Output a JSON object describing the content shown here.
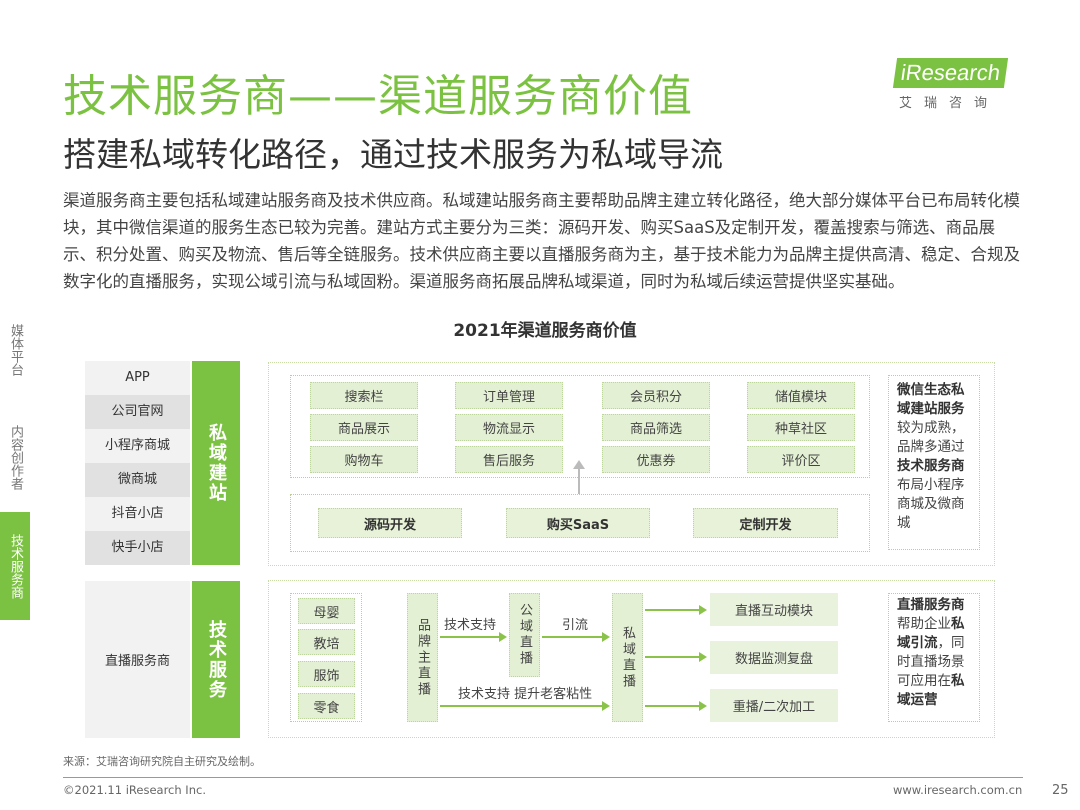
{
  "header": {
    "title": "技术服务商——渠道服务商价值",
    "subtitle": "搭建私域转化路径，通过技术服务为私域导流"
  },
  "logo": {
    "brand": "iResearch",
    "cn": "艾瑞咨询"
  },
  "body": "渠道服务商主要包括私域建站服务商及技术供应商。私域建站服务商主要帮助品牌主建立转化路径，绝大部分媒体平台已布局转化模块，其中微信渠道的服务生态已较为完善。建站方式主要分为三类：源码开发、购买SaaS及定制开发，覆盖搜索与筛选、商品展示、积分处置、购买及物流、售后等全链服务。技术供应商主要以直播服务商为主，基于技术能力为品牌主提供高清、稳定、合规及数字化的直播服务，实现公域引流与私域固粉。渠道服务商拓展品牌私域渠道，同时为私域后续运营提供坚实基础。",
  "side_nav": [
    {
      "label": "媒体平台"
    },
    {
      "label": "内容创作者"
    },
    {
      "label": "技术服务商",
      "active": true
    }
  ],
  "diagram": {
    "title": "2021年渠道服务商价值",
    "site": {
      "platforms": [
        "APP",
        "公司官网",
        "小程序商城",
        "微商城",
        "抖音小店",
        "快手小店"
      ],
      "category": "私域建站",
      "modules": [
        "搜索栏",
        "订单管理",
        "会员积分",
        "储值模块",
        "商品展示",
        "物流显示",
        "商品筛选",
        "种草社区",
        "购物车",
        "售后服务",
        "优惠券",
        "评价区"
      ],
      "methods": [
        "源码开发",
        "购买SaaS",
        "定制开发"
      ],
      "note": [
        {
          "t": "微信生态私域建站服务",
          "b": true
        },
        {
          "t": "较为成熟，品牌多通过",
          "b": false
        },
        {
          "t": "技术服务商",
          "b": true
        },
        {
          "t": "布局小程序商城及微商城",
          "b": false
        }
      ]
    },
    "tech": {
      "provider": "直播服务商",
      "category": "技术服务",
      "industries": [
        "母婴",
        "教培",
        "服饰",
        "零食"
      ],
      "brand_live": "品牌主直播",
      "public_live": "公域直播",
      "private_live": "私域直播",
      "label_support": "技术支持",
      "label_traffic": "引流",
      "label_support2": "技术支持 提升老客粘性",
      "outputs": [
        "直播互动模块",
        "数据监测复盘",
        "重播/二次加工"
      ],
      "note": [
        {
          "t": "直播服务商",
          "b": true
        },
        {
          "t": "帮助企业",
          "b": false
        },
        {
          "t": "私域引流",
          "b": true
        },
        {
          "t": "，同时直播场景可应用在",
          "b": false
        },
        {
          "t": "私域运营",
          "b": true
        }
      ]
    }
  },
  "footer": {
    "source": "来源：艾瑞咨询研究院自主研究及绘制。",
    "copyright": "©2021.11 iResearch Inc.",
    "url": "www.iresearch.com.cn",
    "page": "25"
  },
  "colors": {
    "accent": "#7cc242",
    "cell": "#e3f0d3"
  }
}
